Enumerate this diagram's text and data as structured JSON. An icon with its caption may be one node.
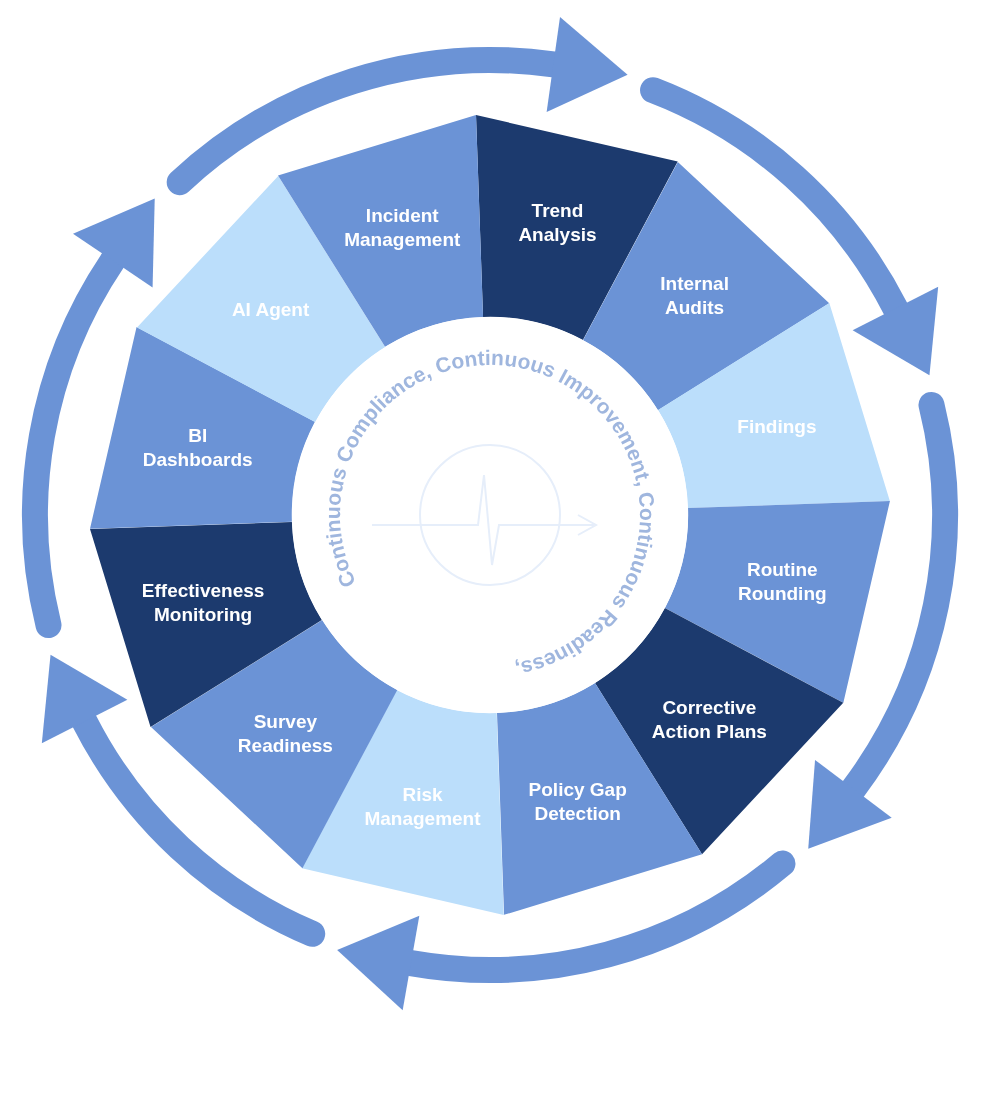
{
  "diagram": {
    "nodes": [
      {
        "text": [
          "Trend Analysis"
        ]
      },
      {
        "text": [
          "Internal Audits"
        ]
      },
      {
        "text": [
          "Findings"
        ]
      },
      {
        "text": [
          "Routine Rounding"
        ]
      },
      {
        "text": [
          "Corrective Action Plans"
        ]
      },
      {
        "text": [
          "Policy Gap Detection"
        ]
      },
      {
        "text": [
          "Risk Management"
        ]
      },
      {
        "text": [
          "Survey Readiness"
        ]
      },
      {
        "text": [
          "Effectiveness Monitoring"
        ]
      },
      {
        "text": [
          "BI Dashboards"
        ]
      },
      {
        "text": [
          "AI Agent"
        ]
      },
      {
        "text": [
          "Incident Management"
        ]
      },
      {
        "text": [
          "Continuous Compliance, Continuous Improvement, Continuous Readiness,"
        ]
      }
    ]
  }
}
